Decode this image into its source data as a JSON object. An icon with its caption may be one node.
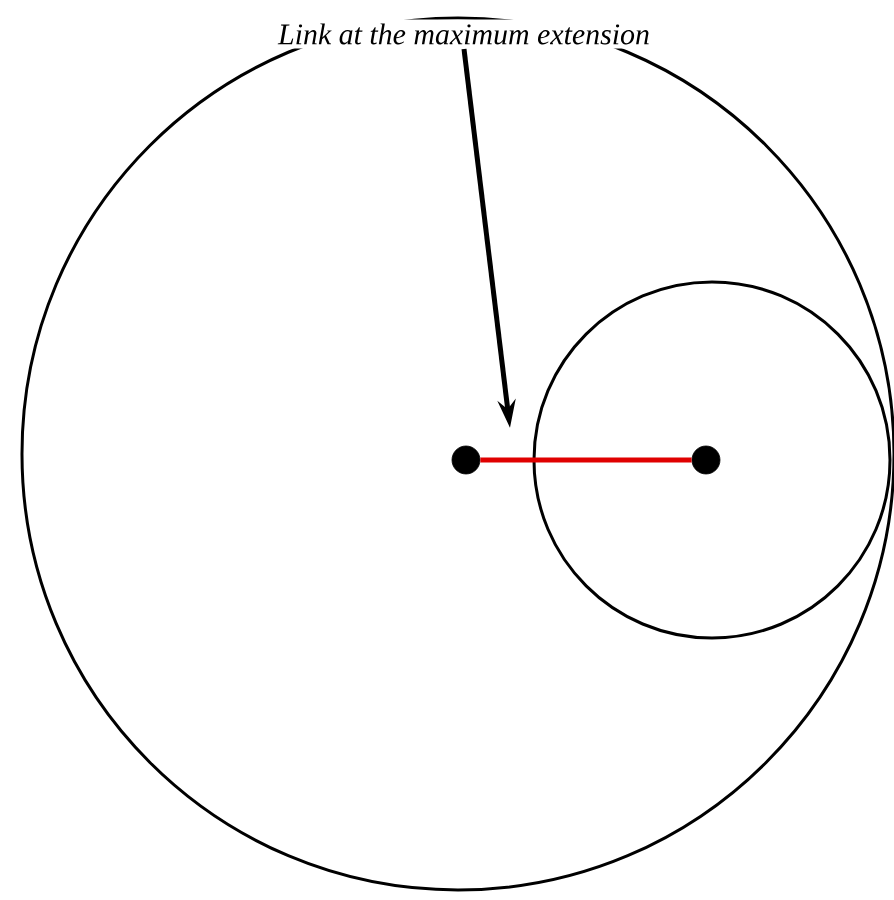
{
  "diagram": {
    "nodes": [
      {
        "text": [],
        "shape": "circle"
      },
      {
        "text": [
          "Link at the maximum extension"
        ],
        "in": 0
      },
      {
        "text": [],
        "shape": "circle",
        "in": 0
      },
      {
        "text": [],
        "shape": "circle",
        "in": 0
      },
      {
        "text": [],
        "shape": "circle",
        "in": 2
      }
    ],
    "edges": [
      {
        "from": 3,
        "to": 4,
        "arrow": "none",
        "color": "#e00000"
      },
      {
        "from": 1,
        "to": null,
        "arrow": "to",
        "color": "#000000"
      }
    ]
  }
}
